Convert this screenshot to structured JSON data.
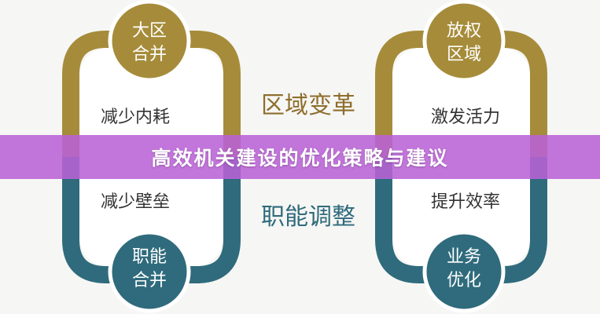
{
  "banner": {
    "title": "高效机关建设的优化策略与建议"
  },
  "colors": {
    "gold": "#A68C3A",
    "teal": "#2F6B7C",
    "gold_text": "#8E6E2E",
    "teal_text": "#2F6B7C",
    "banner": "#BA62D6"
  },
  "left_loop": {
    "top_circle": [
      "大区",
      "合并"
    ],
    "top_side": "减少内耗",
    "bottom_side": "减少壁垒",
    "bottom_circle": [
      "职能",
      "合并"
    ]
  },
  "right_loop": {
    "top_circle": [
      "放权",
      "区域"
    ],
    "top_side": "激发活力",
    "bottom_side": "提升效率",
    "bottom_circle": [
      "业务",
      "优化"
    ]
  },
  "center": {
    "top_label": "区域变革",
    "bottom_label": "职能调整"
  }
}
